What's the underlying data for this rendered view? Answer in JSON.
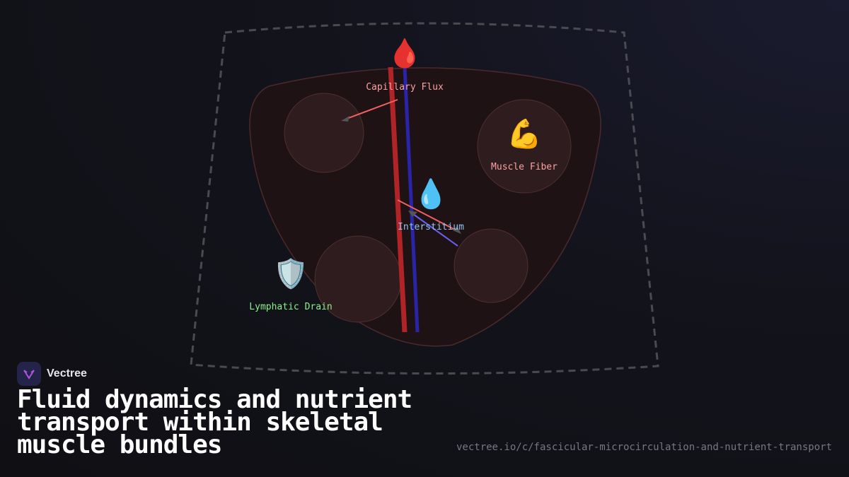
{
  "brand": {
    "name": "Vectree"
  },
  "title": "Fluid dynamics and nutrient transport within skeletal muscle bundles",
  "url": "vectree.io/c/fascicular-microcirculation-and-nutrient-transport",
  "labels": {
    "capillary": {
      "text": "Capillary Flux",
      "icon": "blood-drop",
      "color": "#f8a3a3"
    },
    "muscle": {
      "text": "Muscle Fiber",
      "icon": "flexed-biceps",
      "color": "#f8a3a3"
    },
    "interstitium": {
      "text": "Interstitium",
      "icon": "water-droplet",
      "color": "#8ec5f5"
    },
    "lymph": {
      "text": "Lymphatic Drain",
      "icon": "shield",
      "color": "#8ef08e"
    }
  },
  "colors": {
    "arteriole": "#b02428",
    "venule": "#2a24a8",
    "fascicle": "#1f1214"
  }
}
